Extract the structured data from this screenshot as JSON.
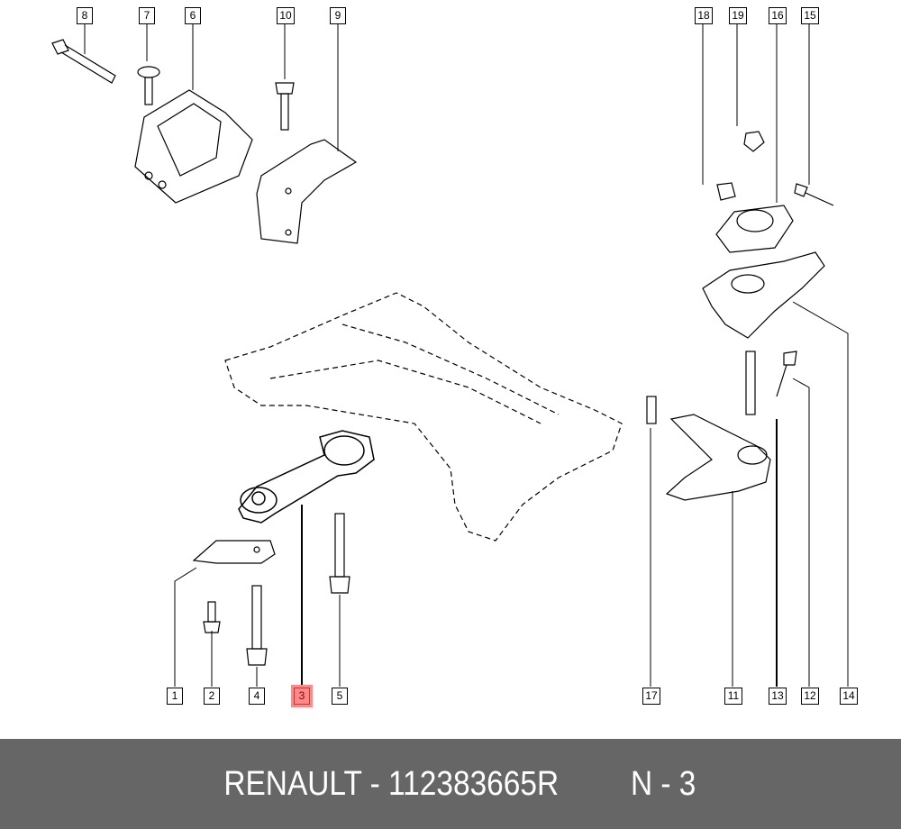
{
  "callouts": {
    "c1": "1",
    "c2": "2",
    "c3": "3",
    "c4": "4",
    "c5": "5",
    "c6": "6",
    "c7": "7",
    "c8": "8",
    "c9": "9",
    "c10": "10",
    "c11": "11",
    "c12": "12",
    "c13": "13",
    "c14": "14",
    "c15": "15",
    "c16": "16",
    "c17": "17",
    "c18": "18",
    "c19": "19"
  },
  "highlight_color": "#f88a8a",
  "footer": {
    "part": "RENAULT - 112383665R",
    "ref": "N - 3"
  }
}
